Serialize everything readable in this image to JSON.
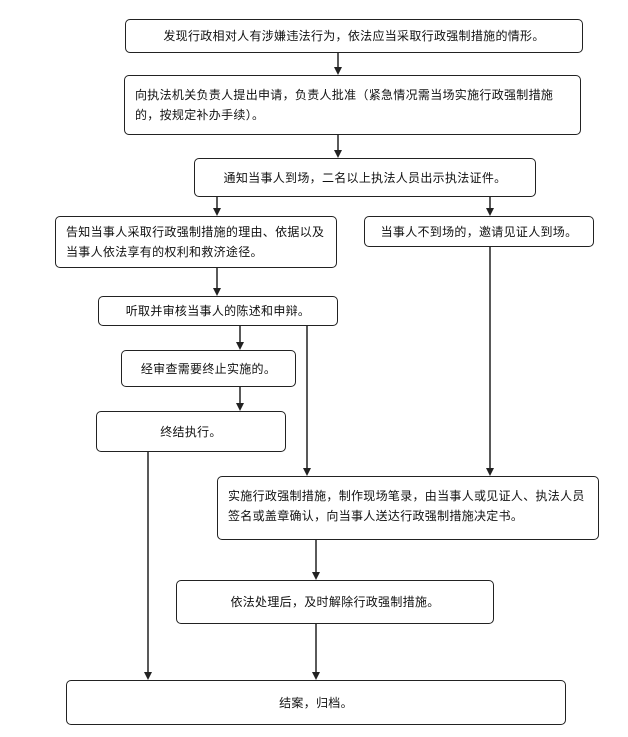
{
  "flowchart": {
    "nodes": {
      "discover": "发现行政相对人有涉嫌违法行为，依法应当采取行政强制措施的情形。",
      "apply": "向执法机关负责人提出申请，负责人批准（紧急情况需当场实施行政强制措施的，按规定补办手续）。",
      "notify": "通知当事人到场，二名以上执法人员出示执法证件。",
      "inform": "告知当事人采取行政强制措施的理由、依据以及当事人依法享有的权利和救济途径。",
      "absent": "当事人不到场的，邀请见证人到场。",
      "hear": "听取并审核当事人的陈述和申辩。",
      "terminate_review": "经审查需要终止实施的。",
      "end_execution": "终结执行。",
      "implement": "实施行政强制措施，制作现场笔录，由当事人或见证人、执法人员签名或盖章确认，向当事人送达行政强制措施决定书。",
      "release": "依法处理后，及时解除行政强制措施。",
      "close_case": "结案，归档。"
    }
  }
}
